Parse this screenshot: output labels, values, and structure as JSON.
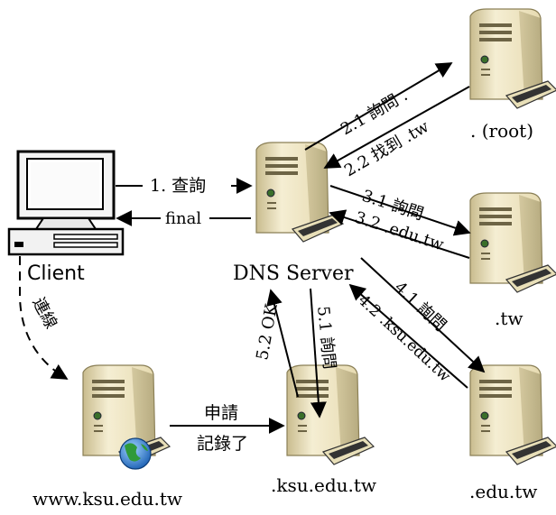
{
  "nodes": {
    "client": "Client",
    "dns_server": "DNS Server",
    "root": ". (root)",
    "tw": ".tw",
    "edu_tw": ".edu.tw",
    "ksu_edu_tw": ".ksu.edu.tw",
    "www": "www.ksu.edu.tw"
  },
  "arrows": {
    "a1": "1. 查詢",
    "final": "final",
    "a2_1": "2.1 詢問 .",
    "a2_2": "2.2 找到 .tw",
    "a3_1": "3.1 詢問",
    "a3_2": "3.2 .edu.tw",
    "a4_1": "4.1 詢問",
    "a4_2": "4.2 .ksu.edu.tw",
    "a5_1": "5.1 詢問",
    "a5_2": "5.2 OK",
    "connect": "連線",
    "apply_1": "申請",
    "apply_2": "記錄了"
  },
  "colors": {
    "server_body": "#f1e8c8",
    "server_side": "#c9bc8e",
    "line": "#000000"
  }
}
